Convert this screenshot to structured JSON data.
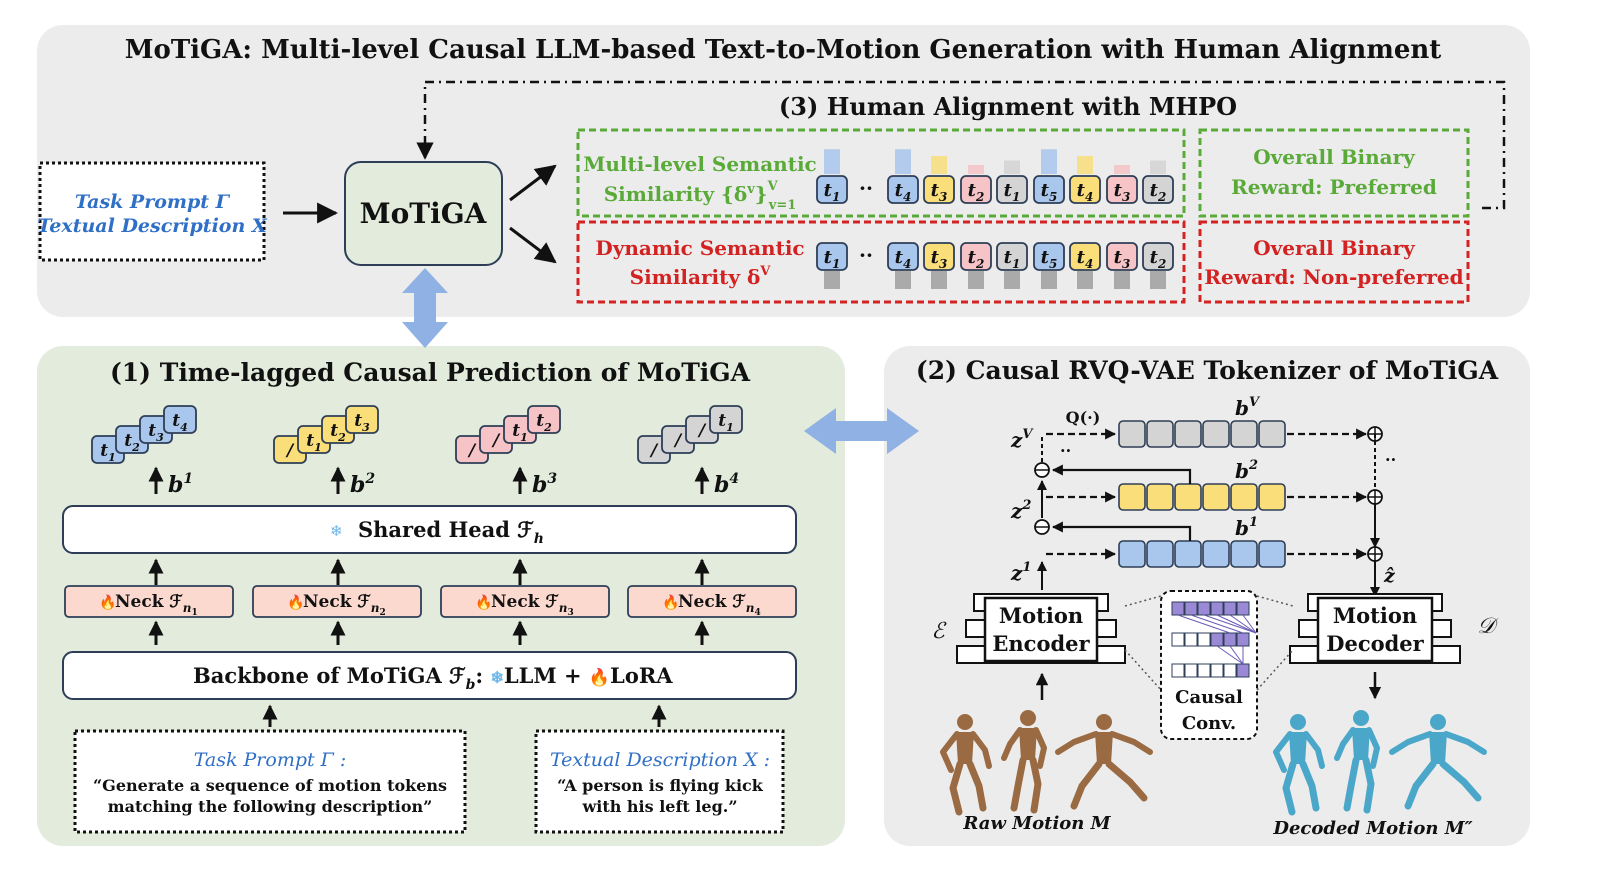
{
  "title": "MoTiGA: Multi-level Causal LLM-based Text-to-Motion Generation with Human Alignment",
  "top": {
    "section3_title": "(3) Human Alignment with MHPO",
    "input_box": {
      "line1": "Task Prompt Γ",
      "line2": "Textual Description X"
    },
    "center_box": "MoTiGA",
    "green": {
      "label_line1": "Multi-level Semantic",
      "label_line2": "Similarity {δ",
      "label_sup": "v",
      "label_close": "}",
      "label_range_sup": "V",
      "label_range_sub": "v=1",
      "reward_line1": "Overall Binary",
      "reward_line2": "Reward: Preferred"
    },
    "red": {
      "label_line1": "Dynamic Semantic",
      "label_line2": "Similarity δ",
      "label_sup": "V",
      "reward_line1": "Overall Binary",
      "reward_line2": "Reward: Non-preferred"
    },
    "token_sequence": [
      {
        "sub": "1",
        "color": "blue",
        "bar": 0.55
      },
      {
        "sub": "4",
        "color": "blue",
        "bar": 0.55
      },
      {
        "sub": "3",
        "color": "yellow",
        "bar": 0.4
      },
      {
        "sub": "2",
        "color": "pink",
        "bar": 0.2
      },
      {
        "sub": "1",
        "color": "gray",
        "bar": 0.3
      },
      {
        "sub": "5",
        "color": "blue",
        "bar": 0.55
      },
      {
        "sub": "4",
        "color": "yellow",
        "bar": 0.4
      },
      {
        "sub": "3",
        "color": "pink",
        "bar": 0.2
      },
      {
        "sub": "2",
        "color": "gray",
        "bar": 0.3
      }
    ],
    "ellipsis": "··"
  },
  "panel1": {
    "title": "(1) Time-lagged Causal Prediction of MoTiGA",
    "groups": [
      {
        "color": "blue",
        "tokens": [
          "t1",
          "t2",
          "t3",
          "t4"
        ],
        "b": "b",
        "b_sup": "1"
      },
      {
        "color": "yellow",
        "tokens": [
          "/",
          "t1",
          "t2",
          "t3"
        ],
        "b": "b",
        "b_sup": "2"
      },
      {
        "color": "pink",
        "tokens": [
          "/",
          "/",
          "t1",
          "t2"
        ],
        "b": "b",
        "b_sup": "3"
      },
      {
        "color": "gray",
        "tokens": [
          "/",
          "/",
          "/",
          "t1"
        ],
        "b": "b",
        "b_sup": "4"
      }
    ],
    "head_text": "Shared Head ℱ",
    "head_sub": "h",
    "necks": [
      {
        "text": "Neck ℱ",
        "sub": "n",
        "subsub": "1"
      },
      {
        "text": "Neck ℱ",
        "sub": "n",
        "subsub": "2"
      },
      {
        "text": "Neck ℱ",
        "sub": "n",
        "subsub": "3"
      },
      {
        "text": "Neck ℱ",
        "sub": "n",
        "subsub": "4"
      }
    ],
    "backbone_prefix": "Backbone of MoTiGA ℱ",
    "backbone_sub": "b",
    "backbone_mid": ": ",
    "backbone_llm": "LLM + ",
    "backbone_lora": "LoRA",
    "prompt_box": {
      "title": "Task Prompt Γ :",
      "line1": "“Generate a sequence of motion tokens",
      "line2": "matching the following description”"
    },
    "desc_box": {
      "title": "Textual Description X :",
      "line1": "“A person is flying kick",
      "line2": "with his left leg.”"
    }
  },
  "panel2": {
    "title": "(2) Causal RVQ-VAE Tokenizer of MoTiGA",
    "q_label": "Q(·)",
    "rows": [
      {
        "b": "b",
        "b_sup": "V",
        "z": "z",
        "z_sup": "V",
        "color": "gray"
      },
      {
        "b": "b",
        "b_sup": "2",
        "z": "z",
        "z_sup": "2",
        "color": "yellow"
      },
      {
        "b": "b",
        "b_sup": "1",
        "z": "z",
        "z_sup": "1",
        "color": "blue"
      }
    ],
    "ellipsis": "··",
    "encoder": {
      "line1": "Motion",
      "line2": "Encoder",
      "symbol": "ℰ"
    },
    "decoder": {
      "line1": "Motion",
      "line2": "Decoder",
      "symbol": "𝒟"
    },
    "zhat": "ẑ",
    "causal_conv": {
      "line1": "Causal",
      "line2": "Conv."
    },
    "raw_label": "Raw Motion M",
    "decoded_label": "Decoded Motion M″"
  },
  "colors": {
    "blue_fill": "#a9c6ec",
    "yellow_fill": "#f9de7a",
    "pink_fill": "#f6c3c7",
    "gray_fill": "#d4d4d4",
    "green": "#5aaa3a",
    "red": "#d32222",
    "prompt_blue": "#2f6fc6",
    "panel_gray": "#ececec",
    "panel_green": "#e3ecdc",
    "double_arrow": "#8fb1e4",
    "raw_figure": "#9a6a43",
    "decoded_figure": "#4aa7c9"
  }
}
